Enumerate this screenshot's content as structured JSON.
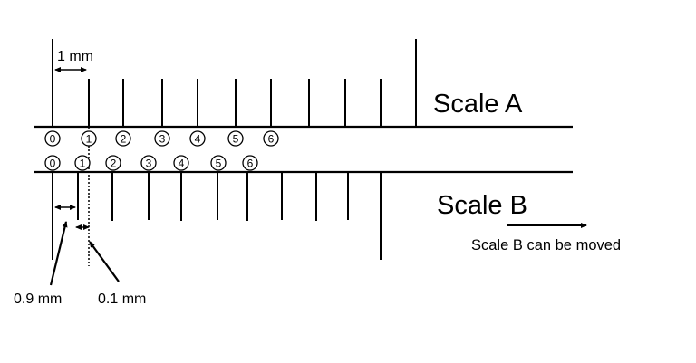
{
  "scale_a": {
    "label": "Scale A",
    "numbers": [
      "0",
      "1",
      "2",
      "3",
      "4",
      "5",
      "6"
    ]
  },
  "scale_b": {
    "label": "Scale B",
    "numbers": [
      "0",
      "1",
      "2",
      "3",
      "4",
      "5",
      "6"
    ],
    "note": "Scale B can be moved"
  },
  "annotations": {
    "unit_a": "1 mm",
    "unit_b": "0.9 mm",
    "difference": "0.1 mm"
  }
}
